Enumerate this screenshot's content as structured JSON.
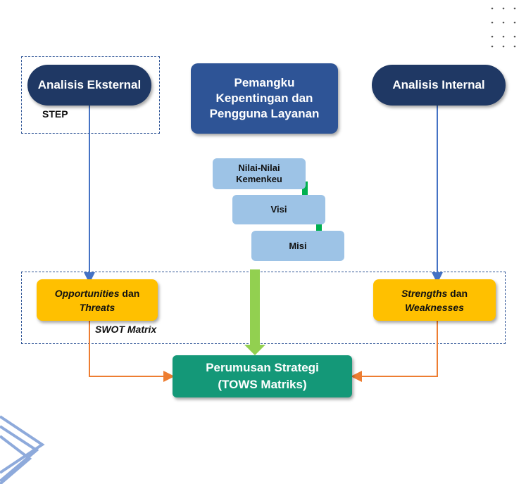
{
  "nodes": {
    "analisis_eksternal": "Analisis Eksternal",
    "step": "STEP",
    "pemangku_line1": "Pemangku",
    "pemangku_line2": "Kepentingan dan",
    "pemangku_line3": "Pengguna Layanan",
    "analisis_internal": "Analisis Internal",
    "nilai_line1": "Nilai-Nilai",
    "nilai_line2": "Kemenkeu",
    "visi": "Visi",
    "misi": "Misi",
    "opportunities_italic": "Opportunities",
    "opportunities_dan": " dan",
    "threats": "Threats",
    "swot_matrix": "SWOT Matrix",
    "strengths_italic": "Strengths",
    "strengths_dan": " dan",
    "weaknesses": "Weaknesses",
    "perumusan_line1": "Perumusan Strategi",
    "perumusan_line2": "(TOWS Matriks)"
  },
  "colors": {
    "dark_navy": "#1f3864",
    "blue": "#2e5496",
    "light_blue": "#9dc3e6",
    "yellow": "#ffc000",
    "teal": "#149878",
    "green_arrow": "#92d050",
    "small_green_arrow": "#00b050",
    "connector_blue": "#4472c4",
    "connector_orange": "#ed7d31"
  }
}
